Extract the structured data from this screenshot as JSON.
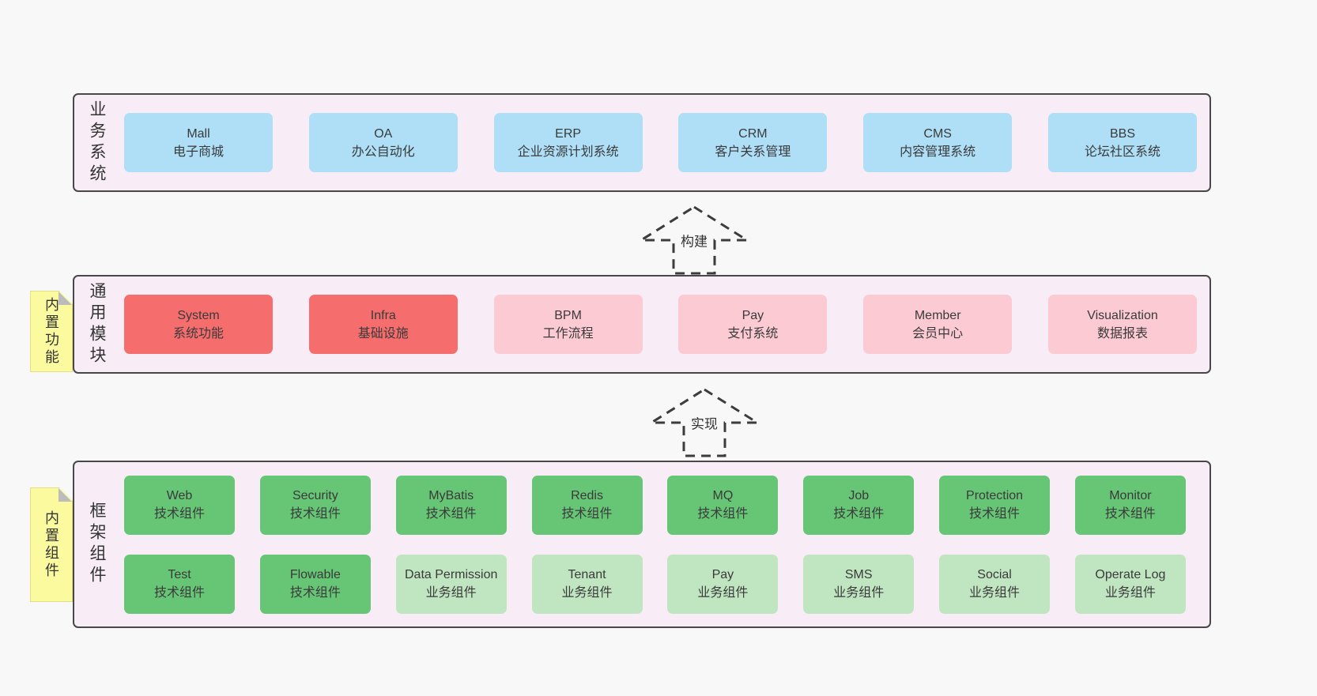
{
  "colors": {
    "page_bg": "#f8f8f8",
    "band_bg": "#f8edf6",
    "band_border": "#484848",
    "box_blue": "#aedff7",
    "box_red": "#f56d6d",
    "box_pink": "#fbcad3",
    "box_green": "#67c576",
    "box_light_green": "#c0e5c1",
    "note_yellow": "#fbfa9e",
    "text": "#3a3a3a"
  },
  "arrows": [
    {
      "label": "构建"
    },
    {
      "label": "实现"
    }
  ],
  "bands": [
    {
      "label": "业务系统",
      "boxes": [
        {
          "title": "Mall",
          "subtitle": "电子商城"
        },
        {
          "title": "OA",
          "subtitle": "办公自动化"
        },
        {
          "title": "ERP",
          "subtitle": "企业资源计划系统"
        },
        {
          "title": "CRM",
          "subtitle": "客户关系管理"
        },
        {
          "title": "CMS",
          "subtitle": "内容管理系统"
        },
        {
          "title": "BBS",
          "subtitle": "论坛社区系统"
        }
      ]
    },
    {
      "label": "通用模块",
      "note": "内置功能",
      "boxes": [
        {
          "title": "System",
          "subtitle": "系统功能"
        },
        {
          "title": "Infra",
          "subtitle": "基础设施"
        },
        {
          "title": "BPM",
          "subtitle": "工作流程"
        },
        {
          "title": "Pay",
          "subtitle": "支付系统"
        },
        {
          "title": "Member",
          "subtitle": "会员中心"
        },
        {
          "title": "Visualization",
          "subtitle": "数据报表"
        }
      ]
    },
    {
      "label": "框架组件",
      "note": "内置组件",
      "rows": [
        [
          {
            "title": "Web",
            "subtitle": "技术组件"
          },
          {
            "title": "Security",
            "subtitle": "技术组件"
          },
          {
            "title": "MyBatis",
            "subtitle": "技术组件"
          },
          {
            "title": "Redis",
            "subtitle": "技术组件"
          },
          {
            "title": "MQ",
            "subtitle": "技术组件"
          },
          {
            "title": "Job",
            "subtitle": "技术组件"
          },
          {
            "title": "Protection",
            "subtitle": "技术组件"
          },
          {
            "title": "Monitor",
            "subtitle": "技术组件"
          }
        ],
        [
          {
            "title": "Test",
            "subtitle": "技术组件"
          },
          {
            "title": "Flowable",
            "subtitle": "技术组件"
          },
          {
            "title": "Data Permission",
            "subtitle": "业务组件"
          },
          {
            "title": "Tenant",
            "subtitle": "业务组件"
          },
          {
            "title": "Pay",
            "subtitle": "业务组件"
          },
          {
            "title": "SMS",
            "subtitle": "业务组件"
          },
          {
            "title": "Social",
            "subtitle": "业务组件"
          },
          {
            "title": "Operate Log",
            "subtitle": "业务组件"
          }
        ]
      ]
    }
  ]
}
